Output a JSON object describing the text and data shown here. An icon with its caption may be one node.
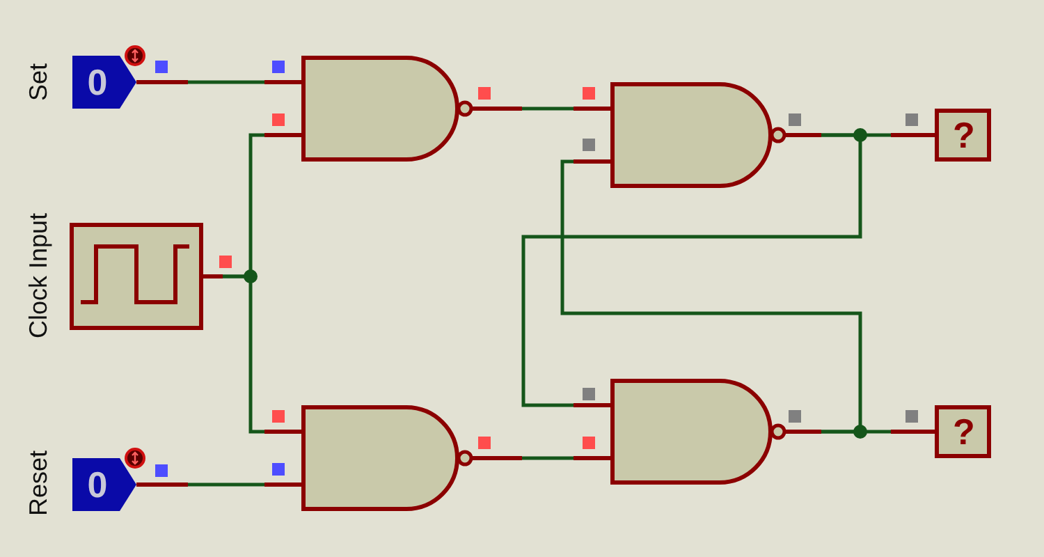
{
  "diagram": {
    "nodes": [
      {
        "text": [
          "0"
        ],
        "beside": [
          "Set"
        ]
      },
      {
        "text": [],
        "shape": "box",
        "beside": [
          "Clock Input"
        ]
      },
      {
        "text": [
          "0"
        ],
        "beside": [
          "Reset"
        ]
      },
      {
        "text": [],
        "shape": "gate"
      },
      {
        "text": [],
        "shape": "gate"
      },
      {
        "text": [],
        "shape": "gate"
      },
      {
        "text": [],
        "shape": "gate"
      },
      {
        "text": [
          "?"
        ]
      },
      {
        "text": [
          "?"
        ]
      }
    ],
    "edges": [
      {
        "from": 0,
        "to": 3,
        "arrow": "none"
      },
      {
        "from": 1,
        "to": 3,
        "arrow": "none"
      },
      {
        "from": 1,
        "to": 4,
        "arrow": "none"
      },
      {
        "from": 2,
        "to": 4,
        "arrow": "none"
      },
      {
        "from": 3,
        "to": 5,
        "arrow": "none"
      },
      {
        "from": 4,
        "to": 6,
        "arrow": "none"
      },
      {
        "from": 5,
        "to": 7,
        "arrow": "none"
      },
      {
        "from": 5,
        "to": 6,
        "arrow": "none"
      },
      {
        "from": 6,
        "to": 8,
        "arrow": "none"
      },
      {
        "from": 6,
        "to": 5,
        "arrow": "none"
      }
    ]
  }
}
